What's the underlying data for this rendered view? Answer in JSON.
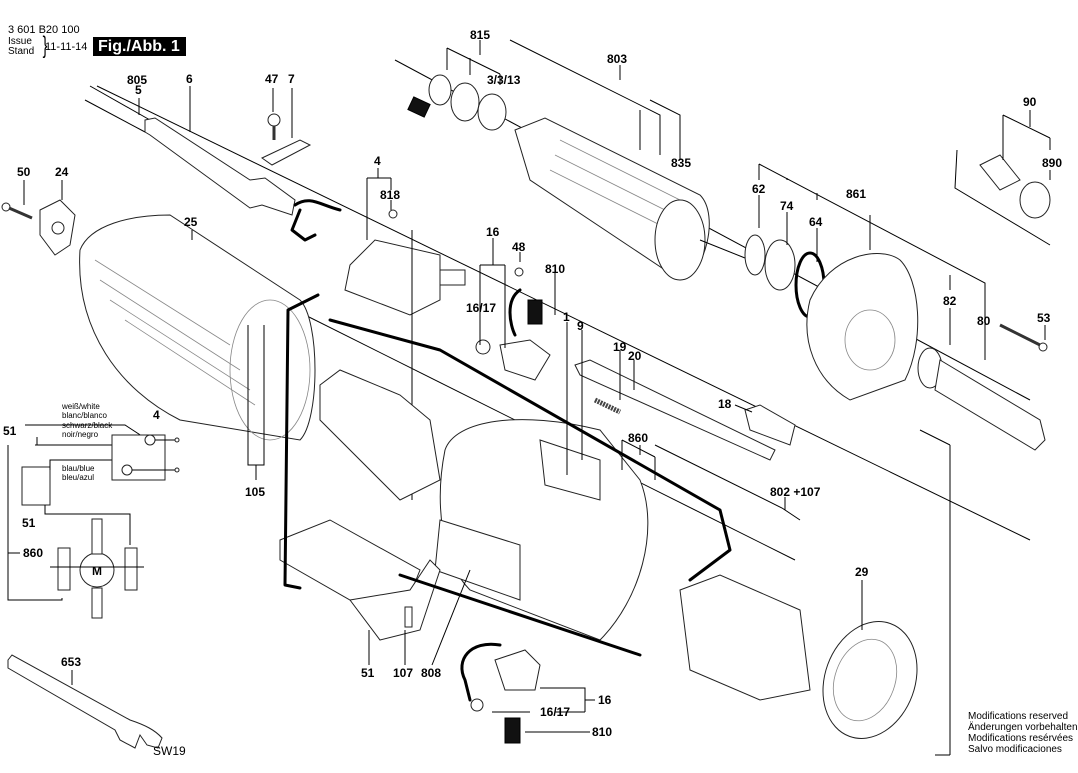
{
  "header": {
    "doc_number": "3 601 B20 100",
    "issue_label_en": "Issue",
    "issue_label_de": "Stand",
    "issue_date": "11-11-14",
    "figure_label": "Fig./Abb. 1"
  },
  "footer": {
    "modifications": [
      "Modifications reserved",
      "Änderungen vorbehalten",
      "Modifications resérvées",
      "Salvo modificaciones"
    ]
  },
  "wiring": {
    "white": [
      "weiß/white",
      "blanc/blanco"
    ],
    "black": [
      "schwarz/black",
      "noir/negro"
    ],
    "blue": [
      "blau/blue",
      "bleu/azul"
    ],
    "switch_ref": "4",
    "module_ref_top": "51",
    "module_ref": "51",
    "cable_ref": "860",
    "motor_symbol": "M"
  },
  "parts": {
    "p815": "815",
    "p3_3_13": "3/3/13",
    "p803": "803",
    "p835": "835",
    "p805": "805",
    "p5": "5",
    "p6": "6",
    "p47": "47",
    "p7": "7",
    "p50": "50",
    "p24": "24",
    "p25": "25",
    "p4": "4",
    "p818": "818",
    "p16": "16",
    "p48": "48",
    "p810": "810",
    "p16_17": "16/17",
    "p1": "1",
    "p9": "9",
    "p19": "19",
    "p20": "20",
    "p18": "18",
    "p860": "860",
    "p802_107": "802 +107",
    "p90": "90",
    "p890": "890",
    "p62": "62",
    "p74": "74",
    "p64": "64",
    "p861": "861",
    "p82": "82",
    "p80": "80",
    "p53": "53",
    "p105": "105",
    "p29": "29",
    "p51": "51",
    "p107": "107",
    "p808": "808",
    "p16b": "16",
    "p16_17b": "16/17",
    "p810b": "810",
    "p653": "653",
    "sw19": "SW19"
  }
}
